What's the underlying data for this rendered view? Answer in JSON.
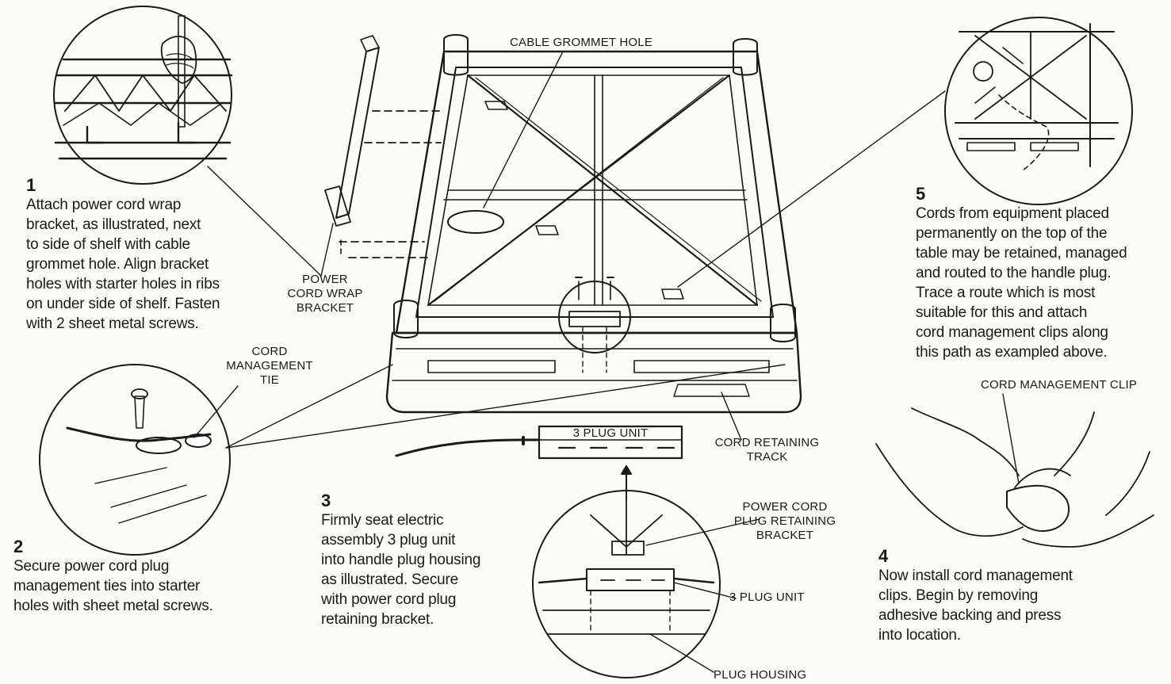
{
  "labels": {
    "cable_grommet_hole": "CABLE GROMMET HOLE",
    "power_cord_wrap_bracket": "POWER\nCORD WRAP\nBRACKET",
    "cord_management_tie": "CORD\nMANAGEMENT\nTIE",
    "three_plug_unit_top": "3 PLUG UNIT",
    "cord_retaining_track": "CORD RETAINING\nTRACK",
    "power_cord_plug_retaining_bracket": "POWER CORD\nPLUG RETAINING\nBRACKET",
    "three_plug_unit_detail": "3 PLUG UNIT",
    "plug_housing": "PLUG HOUSING",
    "cord_management_clip": "CORD MANAGEMENT CLIP"
  },
  "steps": [
    {
      "number": "1",
      "text": "Attach power cord wrap\nbracket, as illustrated, next\nto side of shelf with cable\ngrommet hole. Align bracket\nholes with starter holes in ribs\non under side of shelf. Fasten\nwith 2 sheet metal screws."
    },
    {
      "number": "2",
      "text": "Secure power cord plug\nmanagement ties into starter\nholes with sheet metal screws."
    },
    {
      "number": "3",
      "text": "Firmly seat electric\nassembly 3 plug unit\ninto handle plug housing\nas illustrated. Secure\nwith power cord plug\nretaining bracket."
    },
    {
      "number": "4",
      "text": "Now install cord management\nclips. Begin by removing\nadhesive backing and press\ninto location."
    },
    {
      "number": "5",
      "text": "Cords from equipment placed\npermanently on the top of the\ntable may be retained, managed\nand routed to the handle plug.\nTrace a route which is most\nsuitable for this and attach\ncord management clips along\nthis path as exampled above."
    }
  ]
}
